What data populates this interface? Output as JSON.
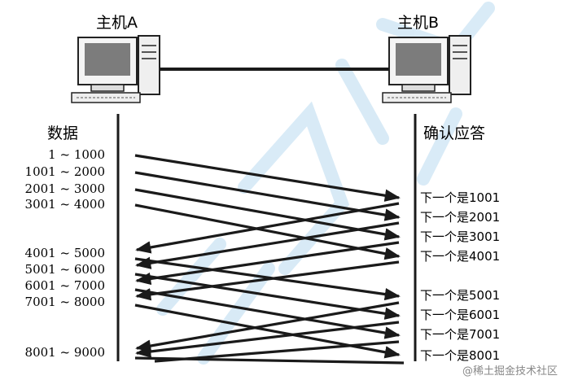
{
  "hosts": {
    "a": "主机A",
    "b": "主机B"
  },
  "columns": {
    "data": "数据",
    "ack": "确认应答"
  },
  "ranges": [
    "1 ~ 1000",
    "1001 ~ 2000",
    "2001 ~ 3000",
    "3001 ~ 4000",
    "4001 ~ 5000",
    "5001 ~ 6000",
    "6001 ~ 7000",
    "7001 ~ 8000",
    "8001 ~ 9000"
  ],
  "acks": [
    "下一个是1001",
    "下一个是2001",
    "下一个是3001",
    "下一个是4001",
    "下一个是5001",
    "下一个是6001",
    "下一个是7001",
    "下一个是8001"
  ],
  "watermark": "@稀土掘金技术社区",
  "colors": {
    "ink": "#1a1a1a",
    "watermark_blue": "#b9daf0"
  },
  "icons": {
    "host_a": "desktop-computer-icon",
    "host_b": "desktop-computer-icon"
  }
}
